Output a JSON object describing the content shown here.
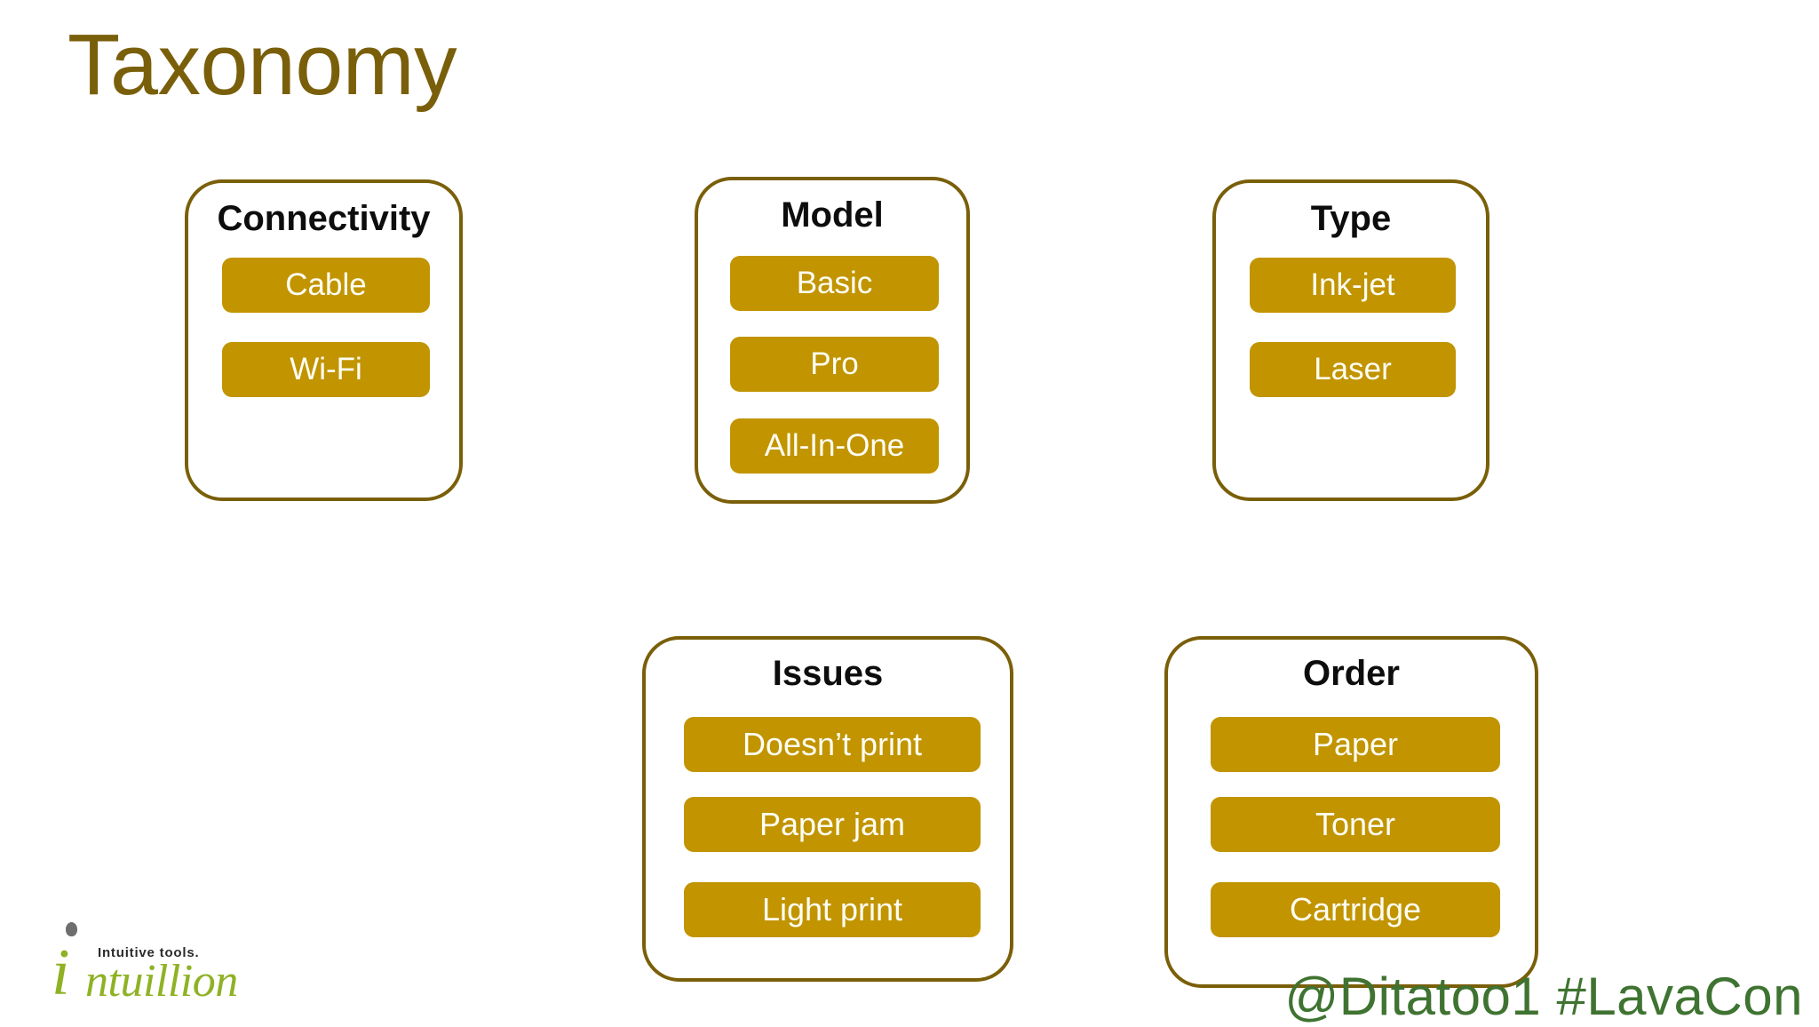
{
  "slide": {
    "title": "Taxonomy",
    "title_color": "#7A5F0B",
    "background_color": "#FFFFFF",
    "card_border_color": "#7A5F09",
    "pill_fill_color": "#C19400",
    "pill_text_color": "#FFFEF4"
  },
  "cards": [
    {
      "id": "connectivity",
      "title": "Connectivity",
      "items": [
        {
          "label": "Cable"
        },
        {
          "label": "Wi-Fi"
        }
      ]
    },
    {
      "id": "model",
      "title": "Model",
      "items": [
        {
          "label": "Basic"
        },
        {
          "label": "Pro"
        },
        {
          "label": "All-In-One"
        }
      ]
    },
    {
      "id": "type",
      "title": "Type",
      "items": [
        {
          "label": "Ink-jet"
        },
        {
          "label": "Laser"
        }
      ]
    },
    {
      "id": "issues",
      "title": "Issues",
      "items": [
        {
          "label": "Doesn’t print"
        },
        {
          "label": "Paper jam"
        },
        {
          "label": "Light print"
        }
      ]
    },
    {
      "id": "order",
      "title": "Order",
      "items": [
        {
          "label": "Paper"
        },
        {
          "label": "Toner"
        },
        {
          "label": "Cartridge"
        }
      ]
    }
  ],
  "footer": {
    "handle": "@Ditatoo1 #LavaCon",
    "handle_color": "#3F7331"
  },
  "logo": {
    "tagline": "Intuitive tools.",
    "initial": "i",
    "wordmark": "ntuillion",
    "color": "#8FB225",
    "dot_color": "#6E6E6E"
  }
}
